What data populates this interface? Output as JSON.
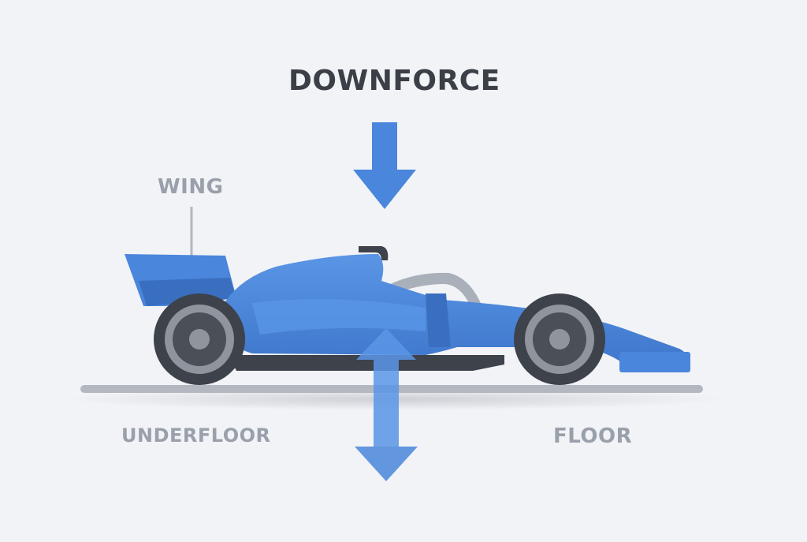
{
  "title": "DOWNFORCE",
  "labels": {
    "wing": "WING",
    "underfloor": "UNDERFLOOR",
    "floor": "FLOOR"
  },
  "colors": {
    "background": "#f2f3f6",
    "car_body": "#4a86dc",
    "car_body_dark": "#3a6fc0",
    "arrow": "#4a86dc",
    "tire": "#3d424b",
    "rim": "#8f949d",
    "title_text": "#3b3f48",
    "label_text": "#9aa0ab"
  },
  "icons": {
    "downforce_arrow": "arrow-down-icon",
    "airflow_arrow": "double-arrow-vertical-icon",
    "car": "f1-car-icon"
  }
}
